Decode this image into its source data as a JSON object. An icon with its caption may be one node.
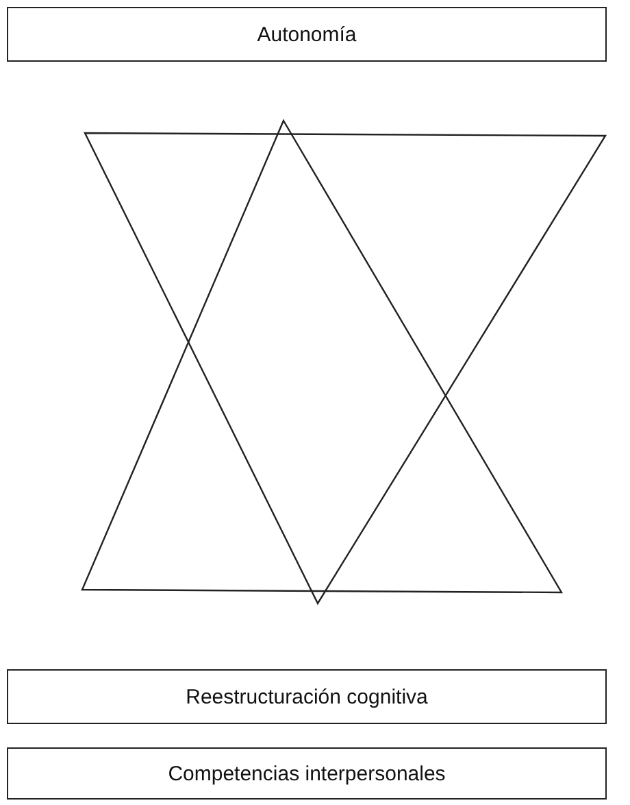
{
  "diagram": {
    "nodes": [
      {
        "text": [
          "Autonomía"
        ]
      },
      {
        "text": [
          "Reestructuración cognitiva"
        ]
      },
      {
        "text": [
          "Competencias interpersonales"
        ]
      }
    ]
  }
}
